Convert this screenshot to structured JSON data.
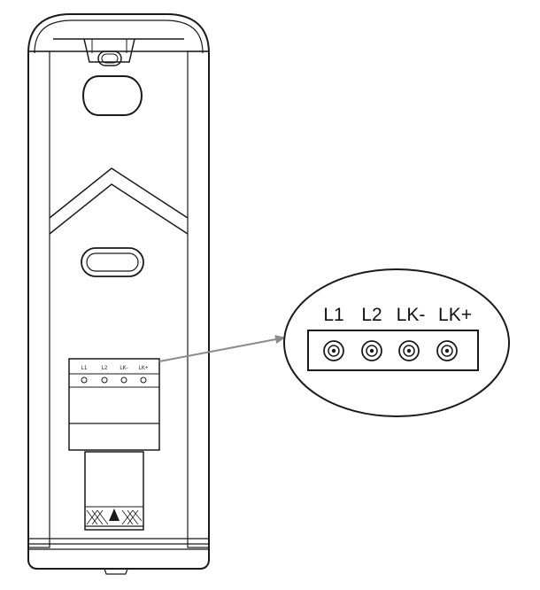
{
  "terminals": {
    "labels": [
      "L1",
      "L2",
      "LK-",
      "LK+"
    ]
  },
  "colors": {
    "line": "#1a1a1a",
    "arrow": "#8c8c8c",
    "background": "#ffffff"
  }
}
